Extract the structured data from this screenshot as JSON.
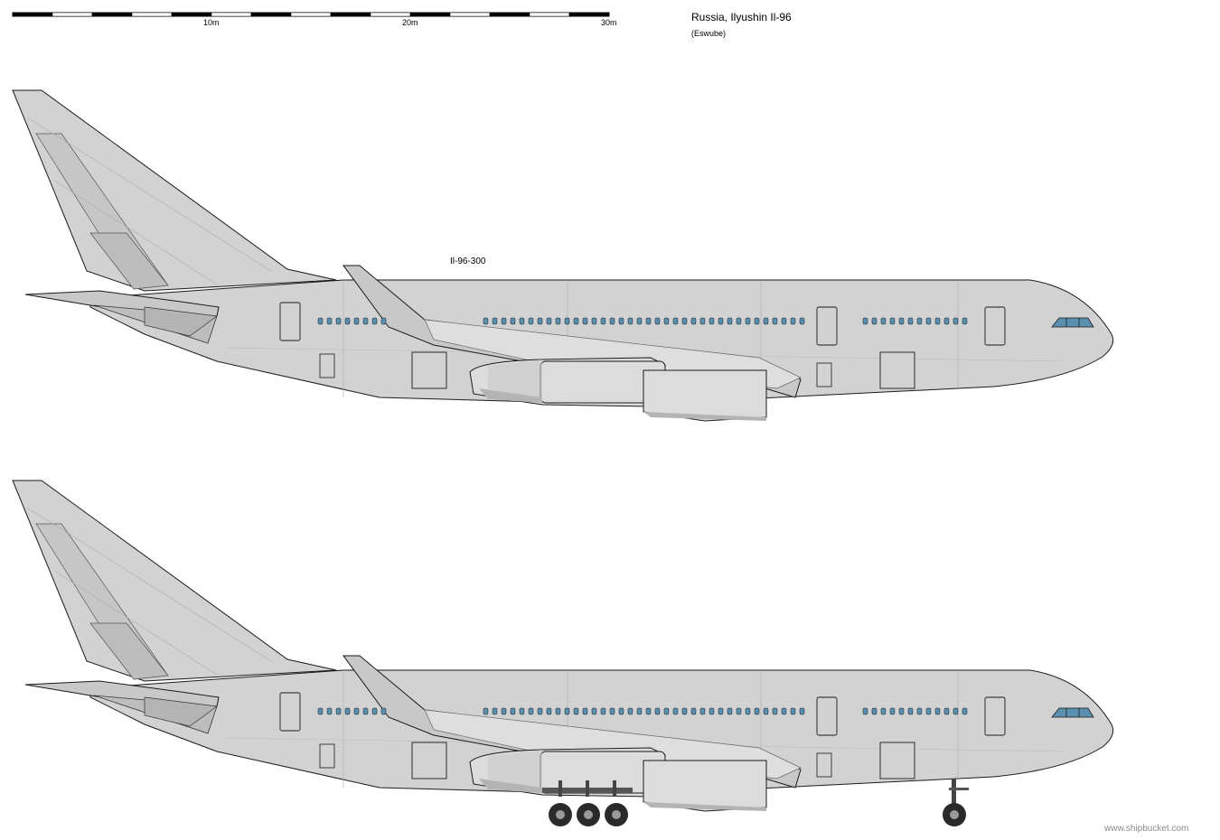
{
  "header": {
    "title": "Russia, Ilyushin Il-96",
    "author": "(Eswube)"
  },
  "scale_bar": {
    "labels": [
      "10m",
      "20m",
      "30m"
    ]
  },
  "aircraft": [
    {
      "label": "Il-96-300",
      "gear": "retracted"
    },
    {
      "label": "",
      "gear": "extended"
    }
  ],
  "colors": {
    "fuselage": "#d2d2d2",
    "outline": "#1a1a1a",
    "windows": "#5a8fb0",
    "shadow": "#b4b4b4",
    "engine": "#dcdcdc",
    "tire": "#2a2a2a"
  },
  "footer": {
    "watermark": "www.shipbucket.com"
  }
}
